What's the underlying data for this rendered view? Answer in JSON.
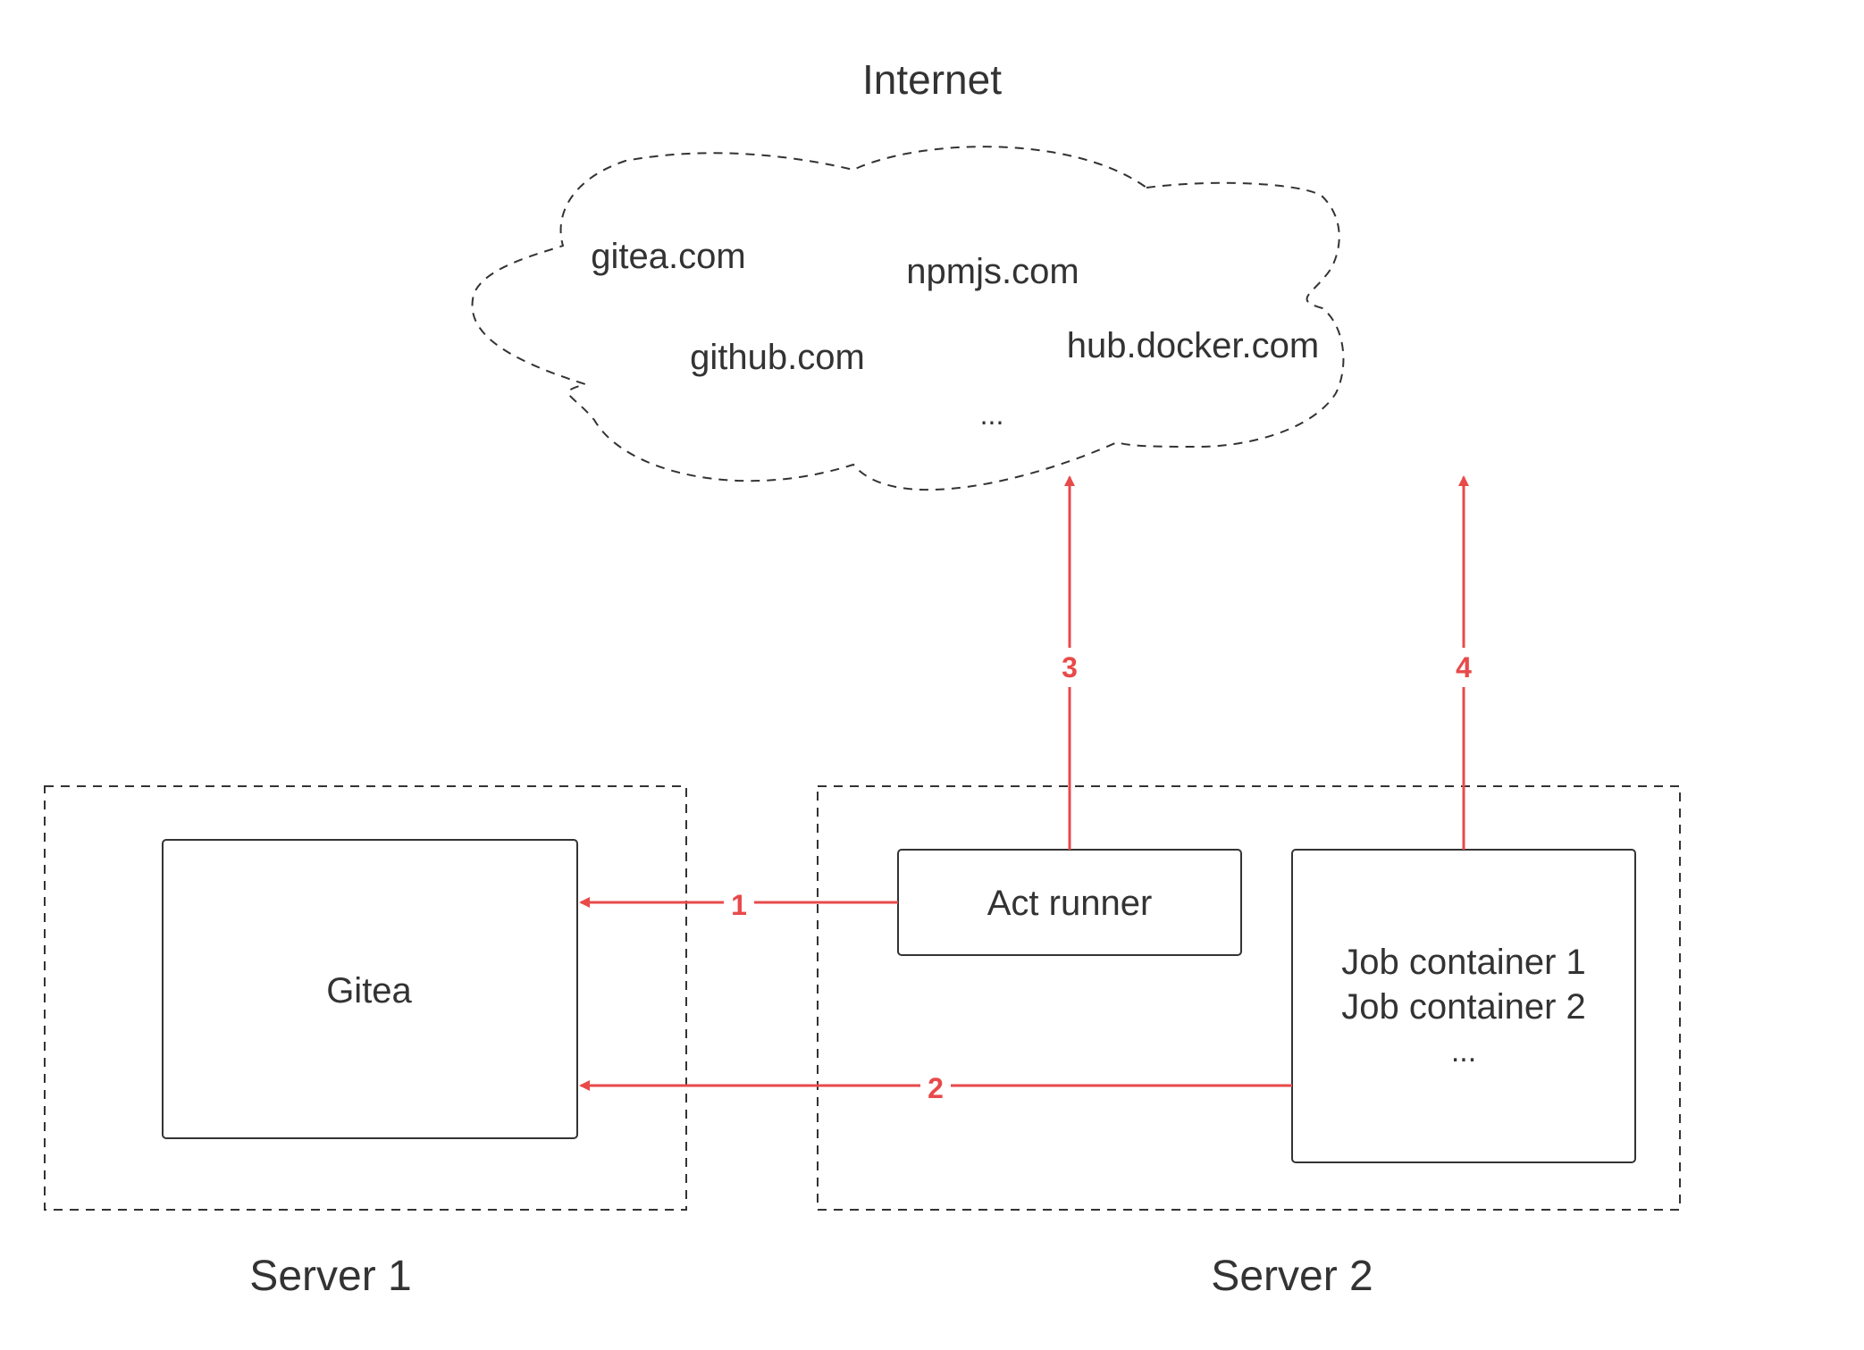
{
  "internet": {
    "title": "Internet",
    "sites": [
      "gitea.com",
      "npmjs.com",
      "github.com",
      "hub.docker.com",
      "..."
    ]
  },
  "server1": {
    "label": "Server 1",
    "gitea": "Gitea"
  },
  "server2": {
    "label": "Server 2",
    "act_runner": "Act runner",
    "job_containers": [
      "Job container 1",
      "Job container 2",
      "..."
    ]
  },
  "arrows": [
    "1",
    "2",
    "3",
    "4"
  ],
  "colors": {
    "arrow": "#e84a4a",
    "stroke": "#333333",
    "text": "#333333"
  }
}
